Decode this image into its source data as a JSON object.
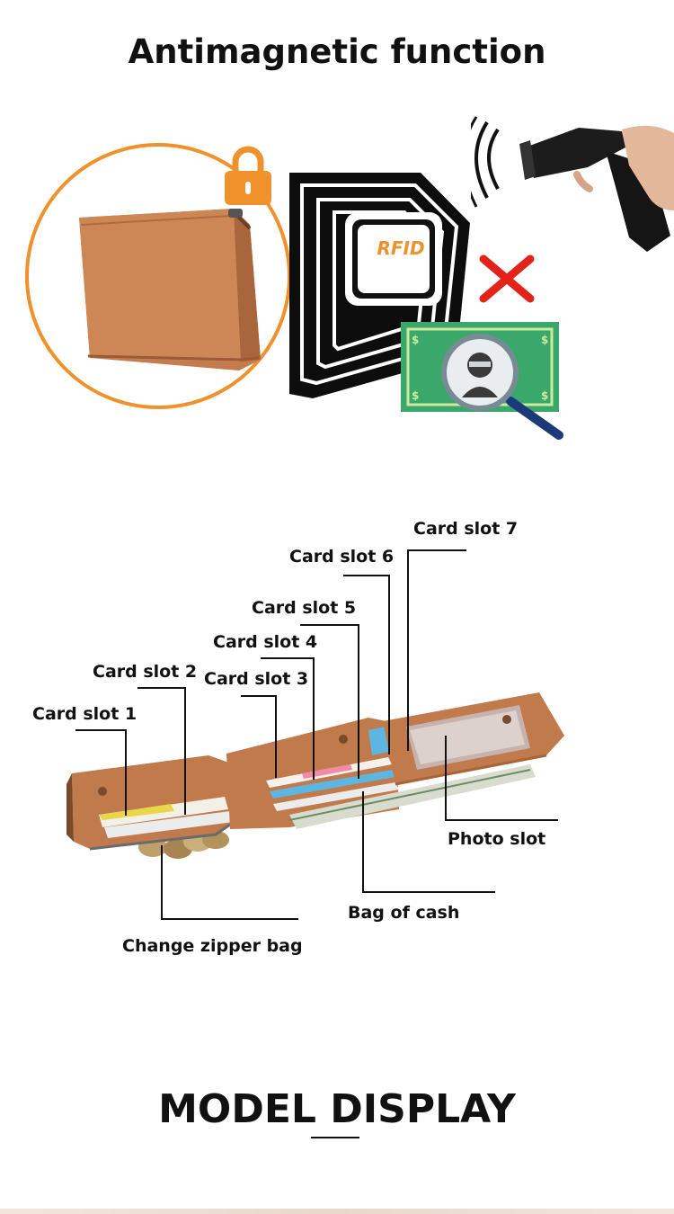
{
  "header": {
    "title": "Antimagnetic function"
  },
  "rfid_graphic": {
    "badge_text": "RFID",
    "lock_color": "#ef922c",
    "circle_color": "#ef922c",
    "cross_color": "#e32219",
    "money_color": "#3aa86a"
  },
  "diagram": {
    "labels": {
      "card_slot_1": "Card slot 1",
      "card_slot_2": "Card slot 2",
      "card_slot_3": "Card slot 3",
      "card_slot_4": "Card slot 4",
      "card_slot_5": "Card slot 5",
      "card_slot_6": "Card slot 6",
      "card_slot_7": "Card slot 7",
      "photo_slot": "Photo slot",
      "bag_of_cash": "Bag of cash",
      "change_zipper_bag": "Change zipper bag"
    },
    "leather_color": "#c07a4c"
  },
  "footer": {
    "title": "MODEL DISPLAY"
  }
}
